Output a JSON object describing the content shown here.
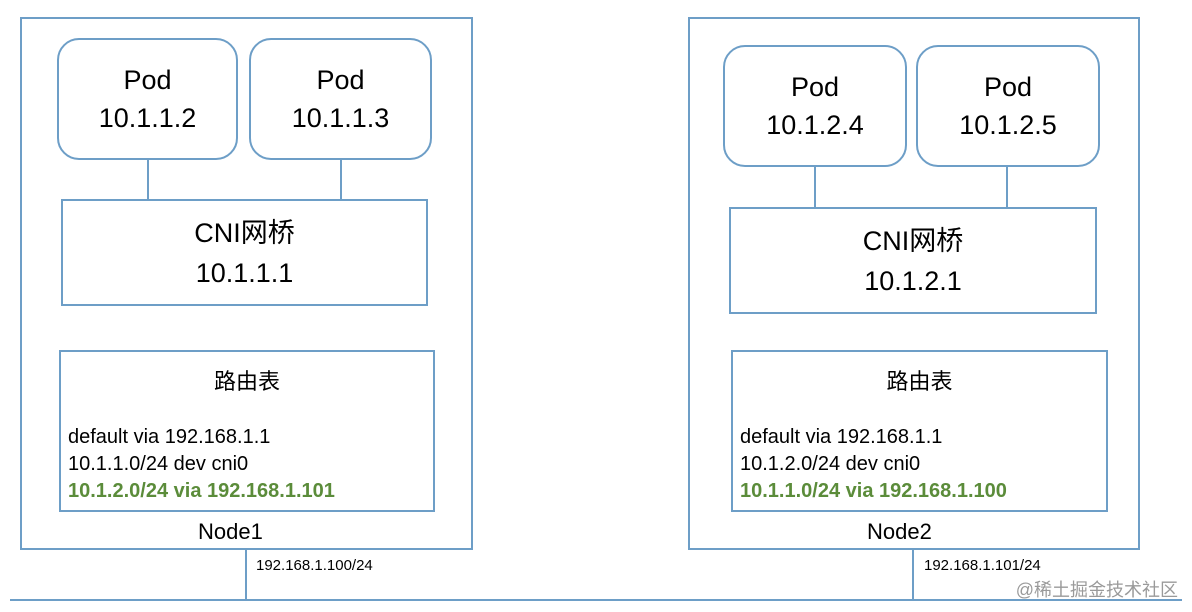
{
  "nodes": [
    {
      "label": "Node1",
      "ip": "192.168.1.100/24",
      "pods": [
        {
          "label": "Pod",
          "ip": "10.1.1.2"
        },
        {
          "label": "Pod",
          "ip": "10.1.1.3"
        }
      ],
      "bridge": {
        "label": "CNI网桥",
        "ip": "10.1.1.1"
      },
      "route_table": {
        "title": "路由表",
        "lines": [
          "default via 192.168.1.1",
          "10.1.1.0/24 dev cni0"
        ],
        "highlight": "10.1.2.0/24 via 192.168.1.101"
      }
    },
    {
      "label": "Node2",
      "ip": "192.168.1.101/24",
      "pods": [
        {
          "label": "Pod",
          "ip": "10.1.2.4"
        },
        {
          "label": "Pod",
          "ip": "10.1.2.5"
        }
      ],
      "bridge": {
        "label": "CNI网桥",
        "ip": "10.1.2.1"
      },
      "route_table": {
        "title": "路由表",
        "lines": [
          "default via 192.168.1.1",
          "10.1.2.0/24 dev cni0"
        ],
        "highlight": "10.1.1.0/24 via 192.168.1.100"
      }
    }
  ],
  "watermark": "@稀土掘金技术社区",
  "colors": {
    "border": "#6d9ec7",
    "highlight": "#5b8c3a"
  }
}
